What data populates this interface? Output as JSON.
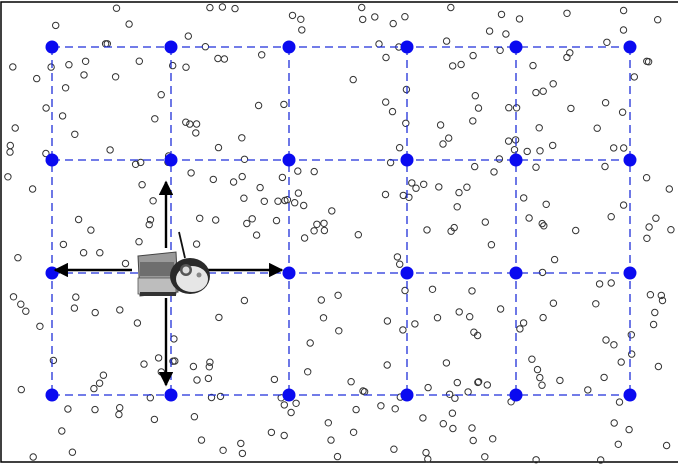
{
  "colors": {
    "background": "#ffffff",
    "border": "#000000",
    "grid_line": "#1f2fd9",
    "grid_node": "#0a0af0",
    "obstacle_stroke": "#333333",
    "arrow": "#000000",
    "robot_body": "#8c8c8c"
  },
  "grid": {
    "columns": 6,
    "rows": 4,
    "line_style": "dashed",
    "node_count": 24
  },
  "robot": {
    "icon": "mobile-robot-icon",
    "node": {
      "col": 1,
      "row": 2
    },
    "moves": [
      "up",
      "down",
      "left",
      "right"
    ]
  },
  "obstacles": {
    "icon": "small-circle",
    "description_count": 330
  }
}
